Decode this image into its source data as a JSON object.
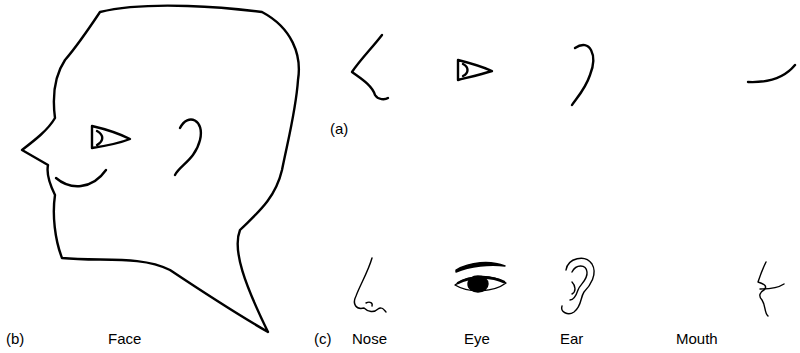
{
  "diagram": {
    "labels": [
      "(a)",
      "(b)",
      "Face",
      "(c)",
      "Nose",
      "Eye",
      "Ear",
      "Mouth"
    ]
  }
}
